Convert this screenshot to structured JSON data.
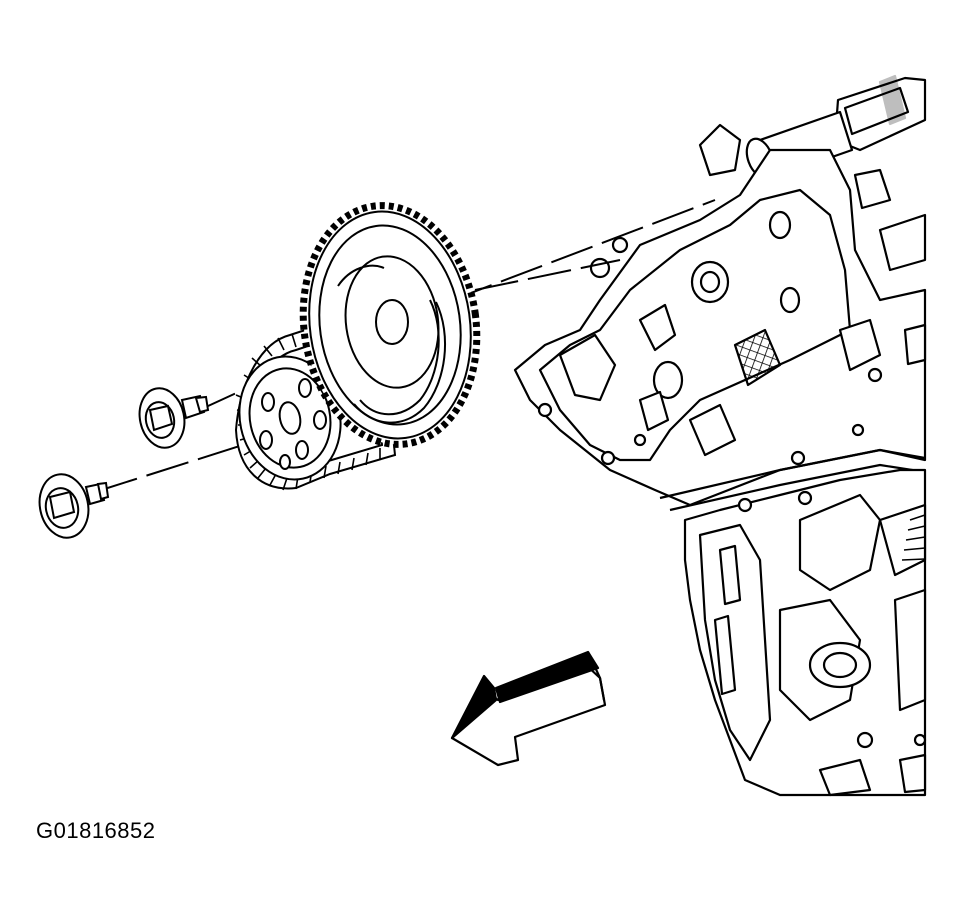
{
  "figure": {
    "id": "G01816852"
  },
  "colors": {
    "ink": "#000000",
    "paper": "#ffffff"
  },
  "parts": [
    {
      "name": "bolt-lower",
      "icon": "bolt-icon"
    },
    {
      "name": "bolt-upper",
      "icon": "bolt-icon"
    },
    {
      "name": "crankshaft-sprocket",
      "icon": "sprocket-icon"
    },
    {
      "name": "camshaft-sprocket",
      "icon": "gear-icon"
    },
    {
      "name": "timing-chain",
      "icon": "chain-icon"
    },
    {
      "name": "engine-block",
      "icon": "engine-icon"
    },
    {
      "name": "direction-arrow",
      "icon": "arrow-left-icon"
    }
  ]
}
